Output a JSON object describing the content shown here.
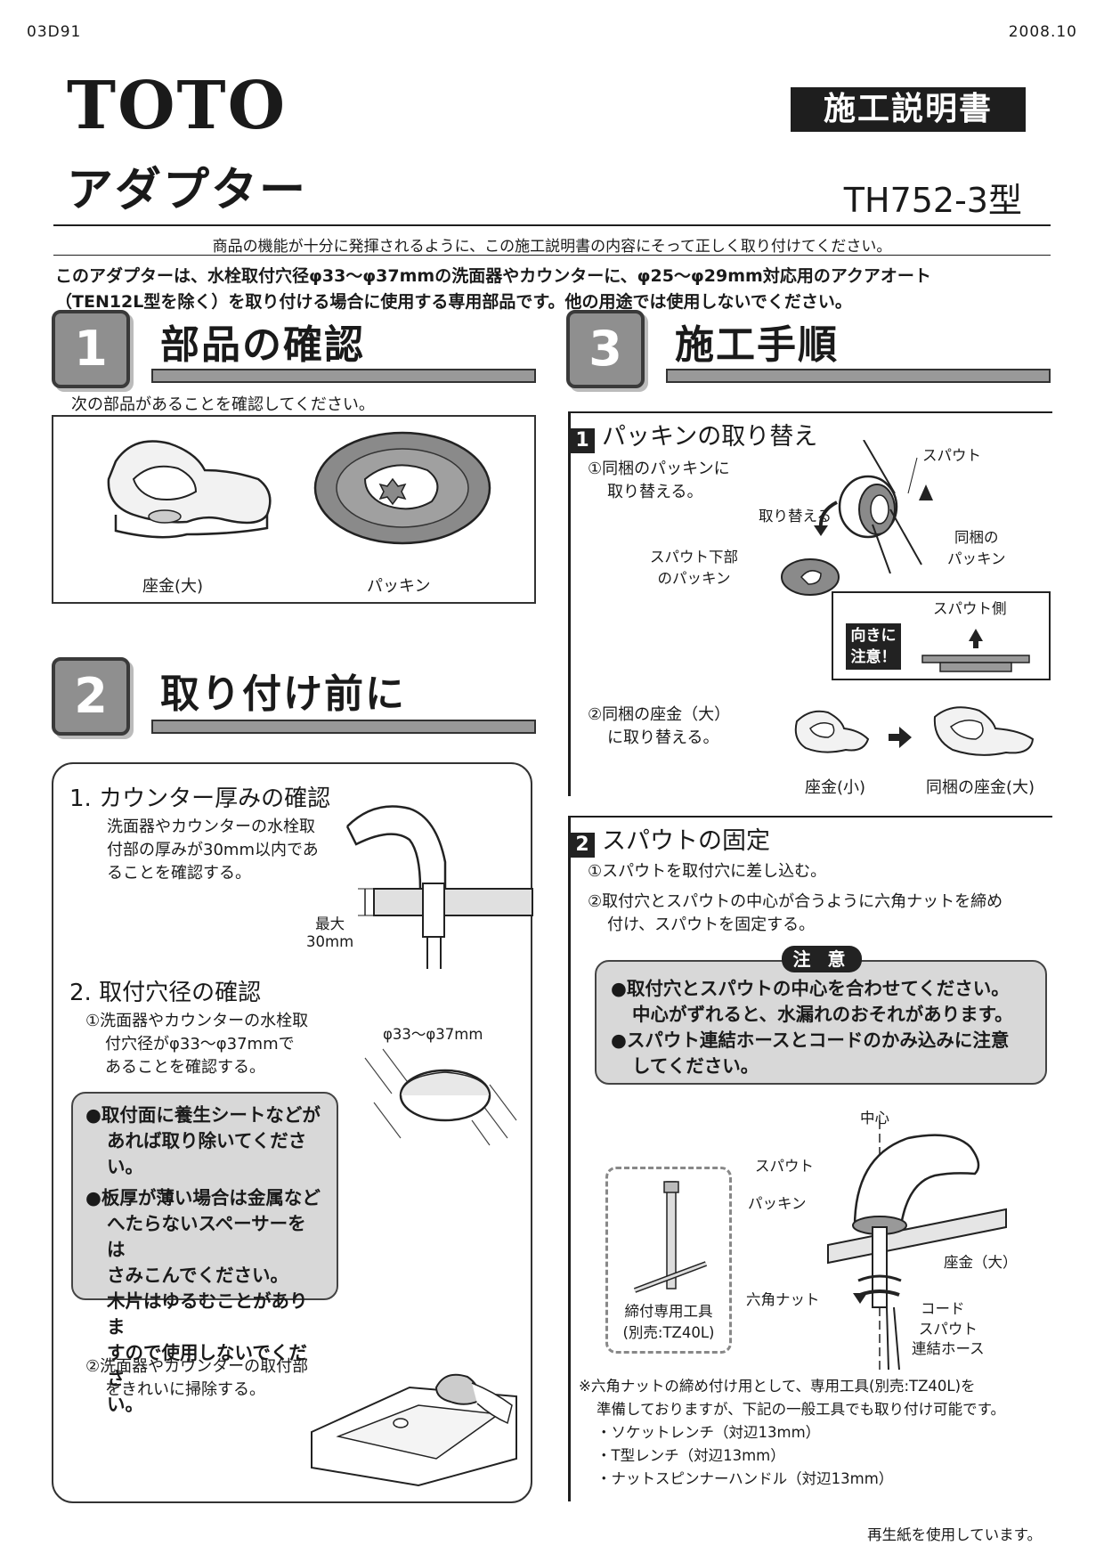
{
  "header": {
    "doc_code": "03D91",
    "date": "2008.10",
    "logo": "TOTO",
    "doc_type": "施工説明書",
    "product_name": "アダプター",
    "model": "TH752-3型"
  },
  "intro": "商品の機能が十分に発揮されるように、この施工説明書の内容にそって正しく取り付けてください。",
  "purpose": {
    "line1": "このアダプターは、水栓取付穴径φ33～φ37mmの洗面器やカウンターに、φ25～φ29mm対応用のアクアオート",
    "line2": "（TEN12L型を除く）を取り付ける場合に使用する専用部品です。他の用途では使用しないでください。"
  },
  "section1": {
    "number": "1",
    "title": "部品の確認",
    "note": "次の部品があることを確認してください。",
    "parts": [
      "座金(大)",
      "パッキン"
    ]
  },
  "section2": {
    "number": "2",
    "title": "取り付け前に",
    "item1_title": "1. カウンター厚みの確認",
    "item1_text": [
      "洗面器やカウンターの水栓取",
      "付部の厚みが30mm以内であ",
      "ることを確認する。"
    ],
    "max_label": [
      "最大",
      "30mm"
    ],
    "item2_title": "2. 取付穴径の確認",
    "item2_text": [
      "①洗面器やカウンターの水栓取",
      "付穴径がφ33～φ37mmで",
      "あることを確認する。"
    ],
    "hole_label": "φ33～φ37mm",
    "warning": [
      "●取付面に養生シートなどが",
      "あれば取り除いてください。",
      "●板厚が薄い場合は金属など",
      "へたらないスペーサーをは",
      "さみこんでください。",
      "木片はゆるむことがありま",
      "すので使用しないでくださ",
      "い。"
    ],
    "item2b_text": [
      "②洗面器やカウンターの取付部",
      "をきれいに掃除する。"
    ]
  },
  "section3": {
    "number": "3",
    "title": "施工手順",
    "step1": {
      "badge": "1",
      "title": "パッキンの取り替え",
      "text1": [
        "①同梱のパッキンに",
        "取り替える。"
      ],
      "labels": {
        "spout": "スパウト",
        "replace": "取り替える",
        "bundled_packing": [
          "同梱の",
          "パッキン"
        ],
        "old_packing": [
          "スパウト下部",
          "のパッキン"
        ],
        "spout_side": "スパウト側",
        "orientation": [
          "向きに",
          "注意！"
        ]
      },
      "text2": [
        "②同梱の座金（大）",
        "に取り替える。"
      ],
      "washer_small": "座金(小)",
      "washer_large": "同梱の座金(大)"
    },
    "step2": {
      "badge": "2",
      "title": "スパウトの固定",
      "text1": "①スパウトを取付穴に差し込む。",
      "text2": [
        "②取付穴とスパウトの中心が合うように六角ナットを締め",
        "付け、スパウトを固定する。"
      ],
      "caution_tag": "注 意",
      "caution": [
        "●取付穴とスパウトの中心を合わせてください。",
        "中心がずれると、水漏れのおそれがあります。",
        "●スパウト連結ホースとコードのかみ込みに注意",
        "してください。"
      ],
      "labels": {
        "center": "中心",
        "spout": "スパウト",
        "packing": "パッキン",
        "washer": "座金（大）",
        "hex_nut": "六角ナット",
        "cord": "コード",
        "hose": [
          "スパウト",
          "連結ホース"
        ],
        "tool": [
          "締付専用工具",
          "(別売:TZ40L)"
        ]
      },
      "tool_note": [
        "※六角ナットの締め付け用として、専用工具(別売:TZ40L)を",
        "準備しておりますが、下記の一般工具でも取り付け可能です。",
        "・ソケットレンチ（対辺13mm）",
        "・T型レンチ（対辺13mm）",
        "・ナットスピンナーハンドル（対辺13mm）"
      ]
    }
  },
  "footer": "再生紙を使用しています。"
}
